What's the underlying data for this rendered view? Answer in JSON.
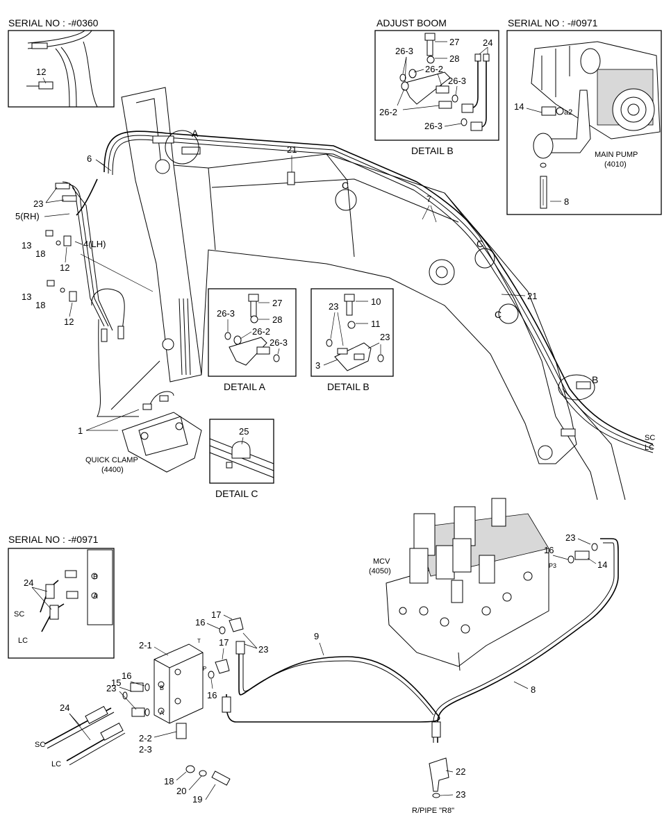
{
  "panels": {
    "serial_top_left": "SERIAL NO : -#0360",
    "adjust_boom": "ADJUST BOOM",
    "serial_top_right": "SERIAL NO : -#0971",
    "serial_bottom_left": "SERIAL NO : -#0971"
  },
  "details": {
    "detail_b_top": "DETAIL  B",
    "detail_a": "DETAIL  A",
    "detail_b_mid": "DETAIL  B",
    "detail_c": "DETAIL  C"
  },
  "components": {
    "main_pump": "MAIN PUMP",
    "main_pump_code": "(4010)",
    "quick_clamp": "QUICK CLAMP",
    "quick_clamp_code": "(4400)",
    "mcv": "MCV",
    "mcv_code": "(4050)",
    "rpipe": "R/PIPE \"R8\""
  },
  "markers": {
    "a": "A",
    "b": "B",
    "c": "C",
    "t": "T",
    "p": "P",
    "pa": "A",
    "pb": "B",
    "p3": "P3",
    "a2": "a2"
  },
  "lines": {
    "sc": "SC",
    "lc": "LC"
  },
  "callouts": {
    "c12": "12",
    "c27": "27",
    "c28": "28",
    "c24": "24",
    "c26_3": "26-3",
    "c26_2": "26-2",
    "c14": "14",
    "c8": "8",
    "c21": "21",
    "c6": "6",
    "c23": "23",
    "c5rh": "5(RH)",
    "c4lh": "4(LH)",
    "c13": "13",
    "c18": "18",
    "c7": "7",
    "c10": "10",
    "c11": "11",
    "c3": "3",
    "c1": "1",
    "c25": "25",
    "c16": "16",
    "c9": "9",
    "c17": "17",
    "c2_1": "2-1",
    "c15": "15",
    "c2_2": "2-2",
    "c2_3": "2-3",
    "c20": "20",
    "c19": "19",
    "c22": "22"
  }
}
